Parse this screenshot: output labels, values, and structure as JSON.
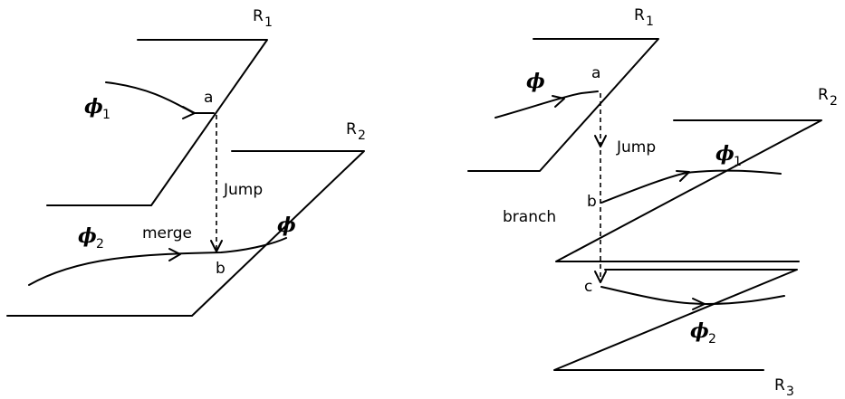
{
  "left_diagram": {
    "region_top": "R",
    "region_top_sub": "1",
    "region_bottom": "R",
    "region_bottom_sub": "2",
    "flow_in": "ϕ",
    "flow_in_sub": "1",
    "flow_other": "ϕ",
    "flow_other_sub": "2",
    "flow_out": "ϕ",
    "point_a": "a",
    "point_b": "b",
    "jump_label": "Jump",
    "merge_label": "merge"
  },
  "right_diagram": {
    "region_top": "R",
    "region_top_sub": "1",
    "region_mid": "R",
    "region_mid_sub": "2",
    "region_bottom": "R",
    "region_bottom_sub": "3",
    "flow_in": "ϕ",
    "flow_out1": "ϕ",
    "flow_out1_sub": "1",
    "flow_out2": "ϕ",
    "flow_out2_sub": "2",
    "point_a": "a",
    "point_b": "b",
    "point_c": "c",
    "jump_label": "Jump",
    "branch_label": "branch"
  }
}
